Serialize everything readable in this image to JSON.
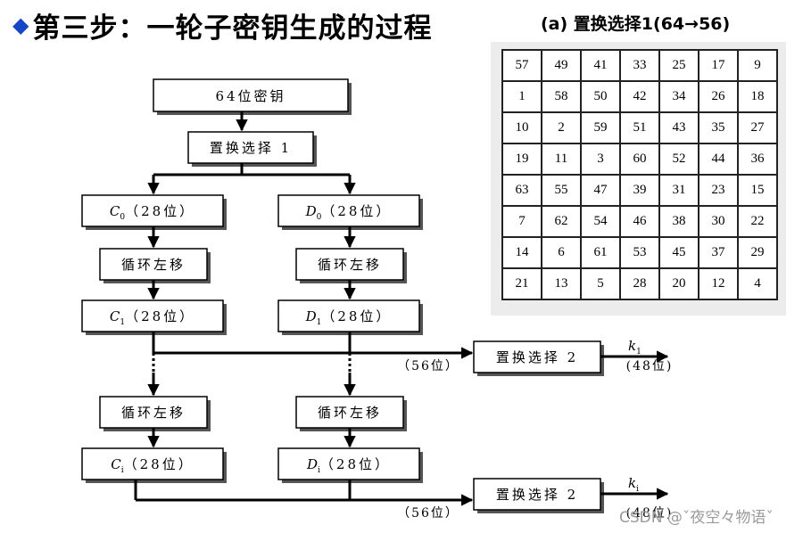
{
  "title": {
    "bullet": "◆",
    "text": "第三步：一轮子密钥生成的过程"
  },
  "subtitle": "(a)  置换选择1(64→56)",
  "pc1_table": [
    [
      "57",
      "49",
      "41",
      "33",
      "25",
      "17",
      "9"
    ],
    [
      "1",
      "58",
      "50",
      "42",
      "34",
      "26",
      "18"
    ],
    [
      "10",
      "2",
      "59",
      "51",
      "43",
      "35",
      "27"
    ],
    [
      "19",
      "11",
      "3",
      "60",
      "52",
      "44",
      "36"
    ],
    [
      "63",
      "55",
      "47",
      "39",
      "31",
      "23",
      "15"
    ],
    [
      "7",
      "62",
      "54",
      "46",
      "38",
      "30",
      "22"
    ],
    [
      "14",
      "6",
      "61",
      "53",
      "45",
      "37",
      "29"
    ],
    [
      "21",
      "13",
      "5",
      "28",
      "20",
      "12",
      "4"
    ]
  ],
  "diagram": {
    "key64": "64位密钥",
    "pc1": "置换选择 1",
    "c0": {
      "var": "C",
      "sub": "0",
      "rest": "（28位）"
    },
    "d0": {
      "var": "D",
      "sub": "0",
      "rest": "（28位）"
    },
    "shift": "循环左移",
    "c1": {
      "var": "C",
      "sub": "1",
      "rest": "（28位）"
    },
    "d1": {
      "var": "D",
      "sub": "1",
      "rest": "（28位）"
    },
    "ci": {
      "var": "C",
      "sub": "i",
      "rest": "（28位）"
    },
    "di": {
      "var": "D",
      "sub": "i",
      "rest": "（28位）"
    },
    "pc2": "置换选择 2",
    "bits56": "（56位）",
    "k1": {
      "var": "k",
      "sub": "1"
    },
    "ki": {
      "var": "k",
      "sub": "i"
    },
    "bits48": "(48位)"
  },
  "watermark": "CSDN @ˇ夜空々物语ˇ"
}
